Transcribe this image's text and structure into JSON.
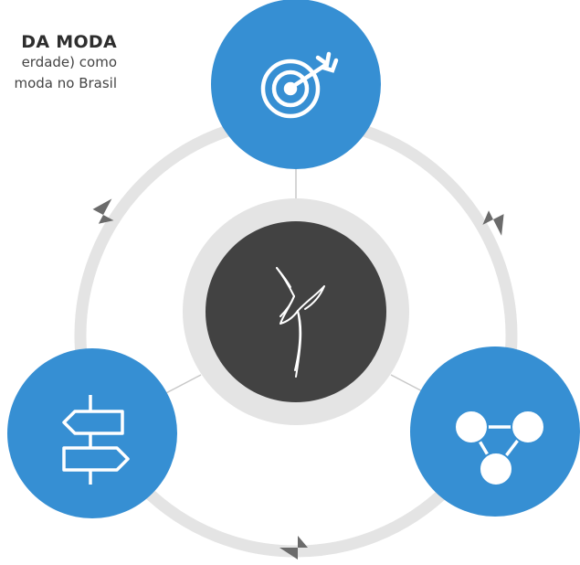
{
  "text": {
    "heading": "DA MODA",
    "line1": "erdade) como",
    "line2": "moda no Brasil"
  },
  "icons": {
    "top": "target-icon",
    "center": "bird-icon",
    "right": "connected-circles-icon",
    "left": "signpost-icon"
  },
  "colors": {
    "blue": "#368fd3",
    "dark": "#424242",
    "ring": "#e4e4e4",
    "arrow": "#6b6b6b",
    "connector": "#c8c8c8",
    "white": "#ffffff"
  }
}
